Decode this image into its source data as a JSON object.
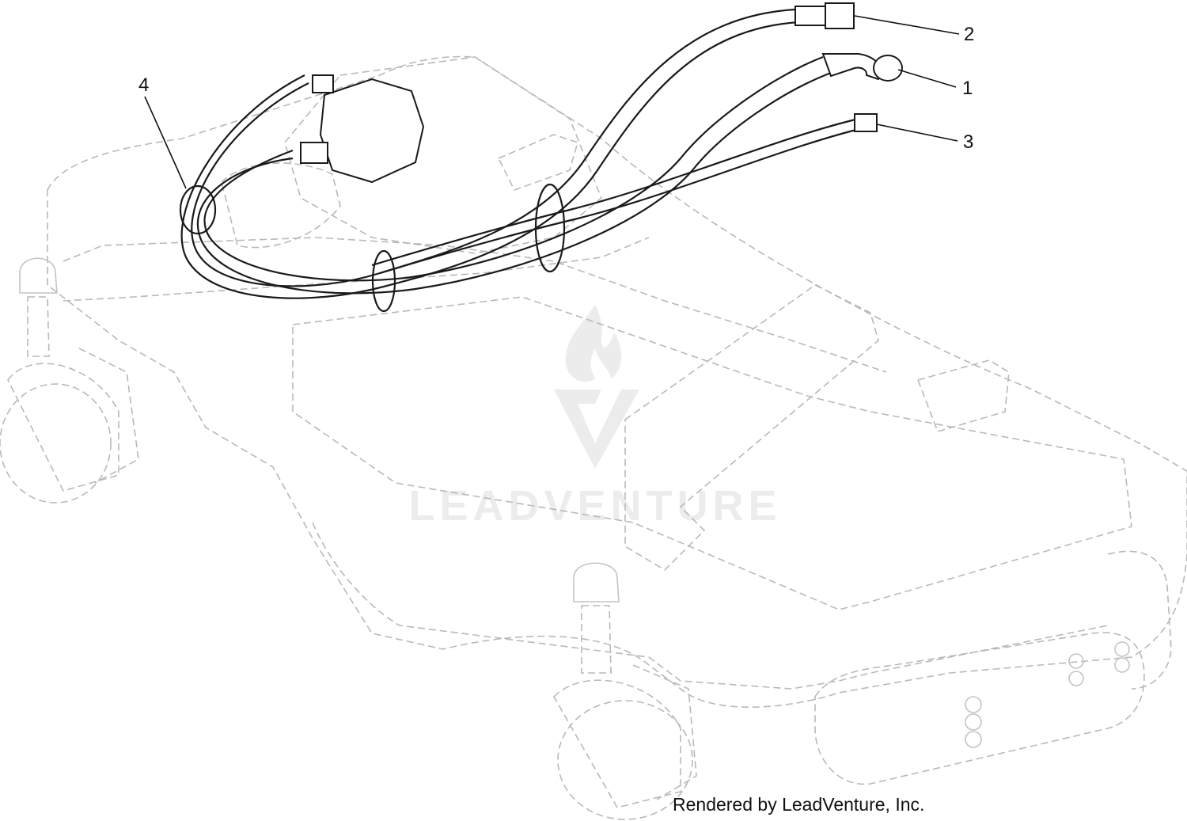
{
  "callouts": [
    {
      "label": "1"
    },
    {
      "label": "2"
    },
    {
      "label": "3"
    },
    {
      "label": "4"
    }
  ],
  "watermark": {
    "text": "LEADVENTURE"
  },
  "credit": {
    "text": "Rendered by LeadVenture, Inc."
  },
  "colors": {
    "line": "#1a1a1a",
    "ghost": "#b9b9b9",
    "watermark": "#ececec"
  }
}
